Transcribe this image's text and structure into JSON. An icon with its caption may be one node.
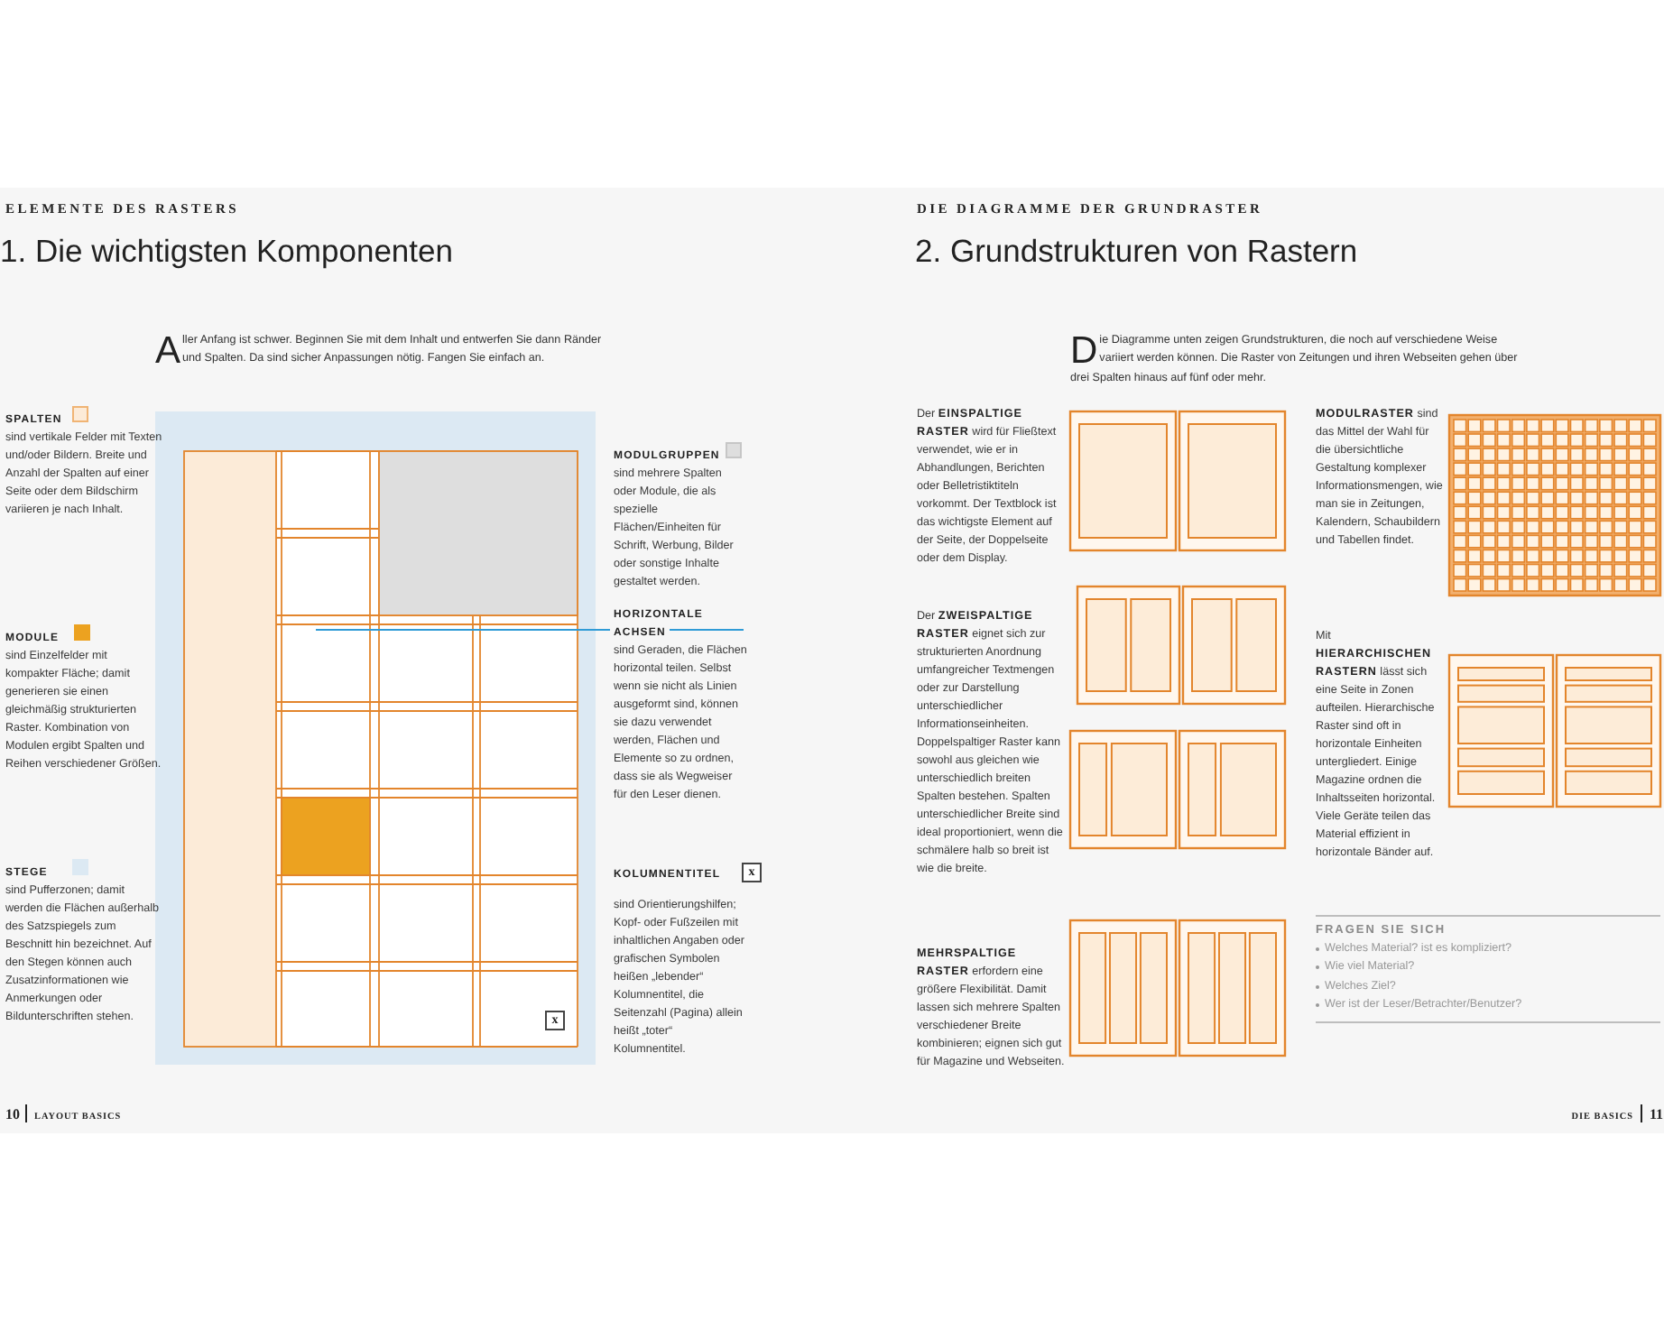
{
  "diagram": {
    "nodes": [
      {
        "text": [
          "x"
        ]
      },
      {
        "text": [
          "x"
        ]
      }
    ],
    "labels": [
      "ELEMENTE DES RASTERS",
      "1. Die wichtigsten Komponenten",
      "Aller Anfang ist schwer. Beginnen Sie mit dem Inhalt und entwerfen Sie dann Ränder und Spalten. Da sind sicher Anpassungen nötig. Fangen Sie einfach an.",
      "sind vertikale Felder mit Texten und/oder Bildern. Breite und Anzahl der Spalten auf einer Seite oder dem Bildschirm variieren je nach Inhalt.",
      "sind Einzelfelder mit kompakter Fläche; damit generieren sie einen gleichmäßig strukturierten Raster. Kombination von Modulen ergibt Spalten und Reihen verschiedener Größen.",
      "sind Pufferzonen; damit werden die Flächen außerhalb des Satzspiegels zum Beschnitt hin bezeichnet. Auf den Stegen können auch Zusatzinformationen wie Anmerkungen oder Bildunterschriften stehen.",
      "sind mehrere Spalten oder Module, die als spezielle Flächen/Einheiten für Schrift, Werbung, Bilder oder sonstige Inhalte gestaltet werden.",
      "HORIZONTALE ACHSEN",
      "sind Geraden, die Flächen horizontal teilen. Selbst wenn sie nicht als Linien ausgeformt sind, können sie dazu verwendet werden, Flächen und Elemente so zu ordnen, dass sie als Wegweiser für den Leser dienen.",
      "KOLUMNENTITEL",
      "sind Orientierungshilfen; Kopf- oder Fußzeilen mit inhaltlichen Angaben oder grafischen Symbolen heißen „lebender“ Kolumnentitel, die Seitenzahl (Pagina) allein heißt „toter“ Kolumnentitel.",
      "10",
      "LAYOUT BASICS",
      "DIE DIAGRAMME DER GRUNDRASTER",
      "2. Grundstrukturen von Rastern",
      "Die Diagramme unten zeigen Grundstrukturen, die noch auf verschiedene Weise variiert werden können. Die Raster von Zeitungen und ihren Webseiten gehen über drei Spalten hinaus auf fünf oder mehr.",
      "Der **EINSPALTIGE RASTER** wird für Fließtext verwendet, wie er in Abhandlungen, Berichten oder Belletristiktiteln vorkommt. Der Textblock ist das wichtigste Element auf der Seite, der Doppelseite oder dem Display.",
      "Der **ZWEISPALTIGE RASTER** eignet sich zur strukturierten Anordnung umfangreicher Textmengen oder zur Darstellung unterschiedlicher Informationseinheiten. Doppelspaltiger Raster kann sowohl aus gleichen wie unterschiedlich breiten Spalten bestehen. Spalten unterschiedlicher Breite sind ideal proportioniert, wenn die schmälere halb so breit ist wie die breite.",
      "**MEHRSPALTIGE RASTER** erfordern eine größere Flexibilität. Damit lassen sich mehrere Spalten verschiedener Breite kombinieren; eignen sich gut für Magazine und Webseiten.",
      "**MODULRASTER** sind das Mittel der Wahl für die übersichtliche Gestaltung komplexer Informationsmengen, wie man sie in Zeitungen, Kalendern, Schaubildern und Tabellen findet.",
      "Mit **HIERARCHISCHEN RASTERN** lässt sich eine Seite in Zonen aufteilen. Hierarchische Raster sind oft in horizontale Einheiten untergliedert. Einige Magazine ordnen die Inhaltsseiten horizontal. Viele Geräte teilen das Material effizient in horizontale Bänder auf.",
      "FRAGEN SIE SICH",
      "Welches Material? ist es kompliziert?",
      "Wie viel Material?",
      "Welches Ziel?",
      "Wer ist der Leser/Betrachter/Benutzer?",
      "DIE BASICS",
      "11"
    ],
    "legend": [
      {
        "text": "SPALTEN",
        "color": "#fcebd8"
      },
      {
        "text": "MODULE",
        "color": "#eca220"
      },
      {
        "text": "STEGE",
        "color": "#dce9f3"
      },
      {
        "text": "MODULGRUPPEN",
        "color": "#dedede"
      }
    ]
  }
}
